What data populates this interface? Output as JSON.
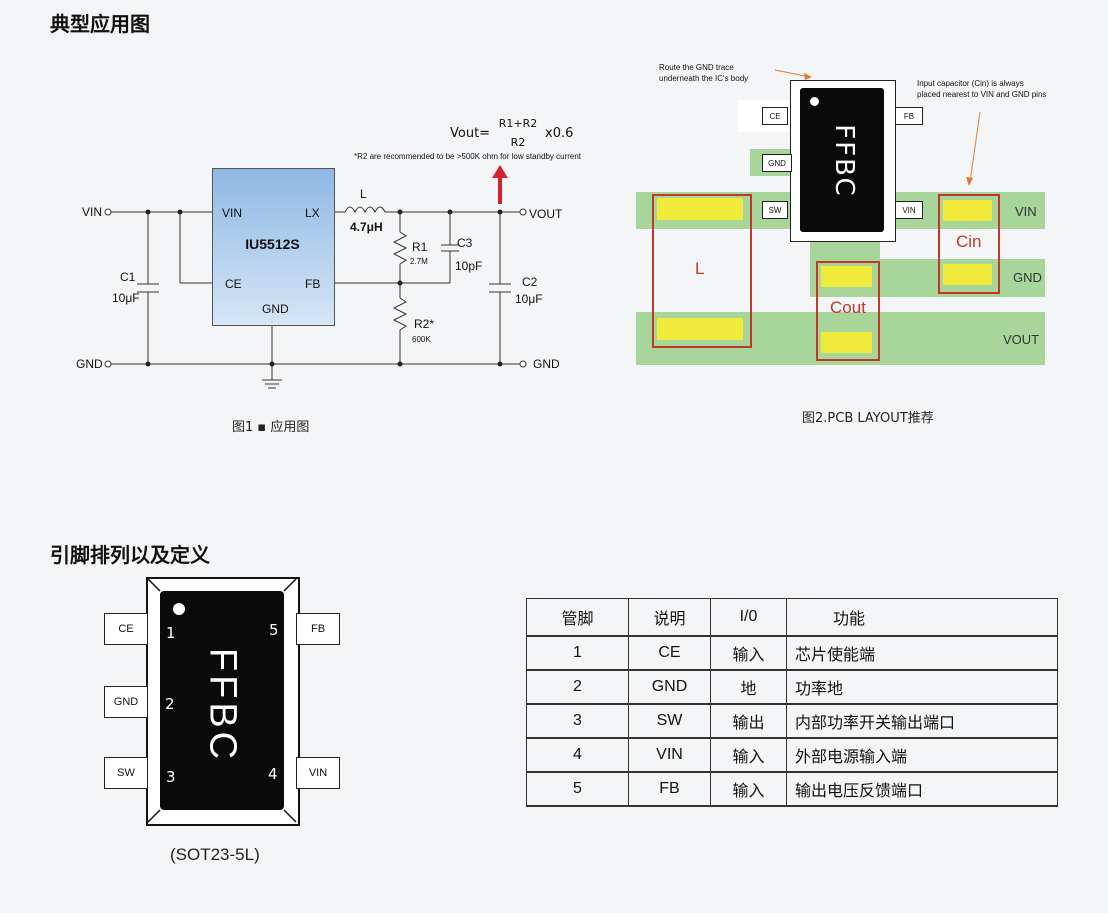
{
  "sections": {
    "typical_app_title": "典型应用图",
    "pin_def_title": "引脚排列以及定义"
  },
  "schematic": {
    "formula_left": "Vout=",
    "formula_num": "R1+R2",
    "formula_den": "R2",
    "formula_right": "x0.6",
    "note": "*R2 are recommended to be >500K ohm for low standby current",
    "ic_name": "IU5512S",
    "pin_vin": "VIN",
    "pin_lx": "LX",
    "pin_ce": "CE",
    "pin_fb": "FB",
    "pin_gnd": "GND",
    "net_vin": "VIN",
    "net_vout": "VOUT",
    "net_gnd_left": "GND",
    "net_gnd_right": "GND",
    "inductor_label": "L",
    "inductor_value": "4.7μH",
    "r1_label": "R1",
    "r1_value": "2.7M",
    "c3_label": "C3",
    "c3_value": "10pF",
    "c1_label": "C1",
    "c1_value": "10μF",
    "c2_label": "C2",
    "c2_value": "10μF",
    "r2_label": "R2*",
    "r2_value": "600K",
    "caption": "图1 ▪ 应用图"
  },
  "pcb": {
    "note_gnd": "Route the GND trace underneath the IC's body",
    "note_gnd_line1": "Route the GND trace",
    "note_gnd_line2": "underneath the IC's body",
    "note_cin_line1": "Input capacitor (Cin) is always",
    "note_cin_line2": "placed nearest to VIN and GND pins",
    "chip_mark": "FFBC",
    "pin_ce": "CE",
    "pin_fb": "FB",
    "pin_gnd": "GND",
    "pin_sw": "SW",
    "pin_vin": "VIN",
    "trace_vin": "VIN",
    "trace_gnd": "GND",
    "trace_vout": "VOUT",
    "label_l": "L",
    "label_cin": "Cin",
    "label_cout": "Cout",
    "caption": "图2.PCB LAYOUT推荐",
    "colors": {
      "trace": "#a8d69a",
      "pad": "#f0ea3a",
      "outline": "#c0392b",
      "note_arrow": "#e07b39"
    }
  },
  "package": {
    "chip_mark": "FFBC",
    "pin_ce": "CE",
    "pin_gnd": "GND",
    "pin_sw": "SW",
    "pin_fb": "FB",
    "pin_vin": "VIN",
    "num1": "1",
    "num2": "2",
    "num3": "3",
    "num4": "4",
    "num5": "5",
    "caption": "(SOT23-5L)"
  },
  "pin_table": {
    "headers": [
      "管脚",
      "说明",
      "I/0",
      "功能"
    ],
    "rows": [
      [
        "1",
        "CE",
        "输入",
        "芯片使能端"
      ],
      [
        "2",
        "GND",
        "地",
        "功率地"
      ],
      [
        "3",
        "SW",
        "输出",
        "内部功率开关输出端口"
      ],
      [
        "4",
        "VIN",
        "输入",
        "外部电源输入端"
      ],
      [
        "5",
        "FB",
        "输入",
        "输出电压反馈端口"
      ]
    ]
  }
}
